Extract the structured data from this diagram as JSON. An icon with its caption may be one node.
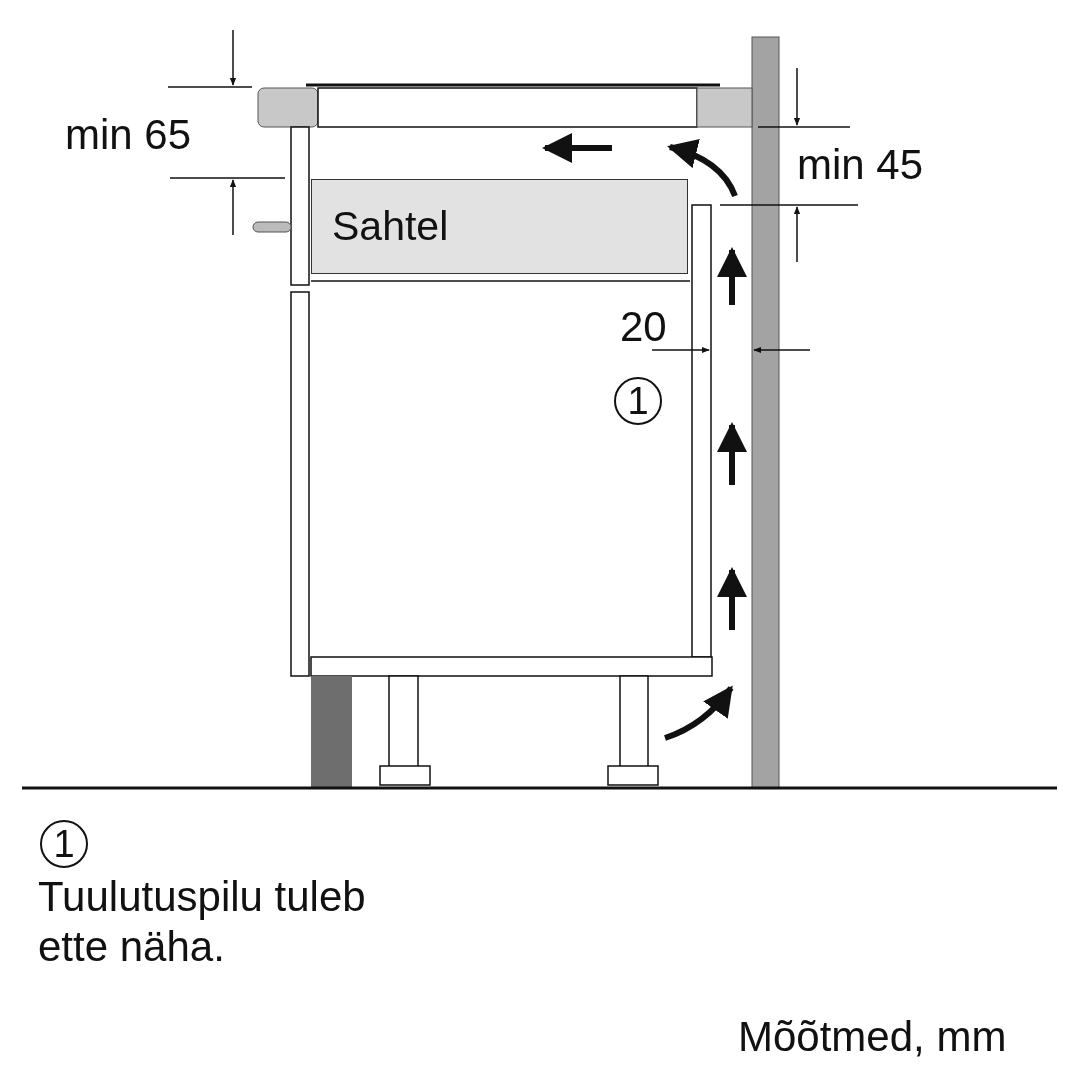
{
  "diagram": {
    "nodes": [
      {
        "text": [
          "Sahtel"
        ]
      }
    ],
    "labels": [
      "min 65",
      "min 45",
      "20",
      "1",
      "1",
      "Tuulutuspilu tuleb ette näha.",
      "Mõõtmed, mm"
    ]
  }
}
